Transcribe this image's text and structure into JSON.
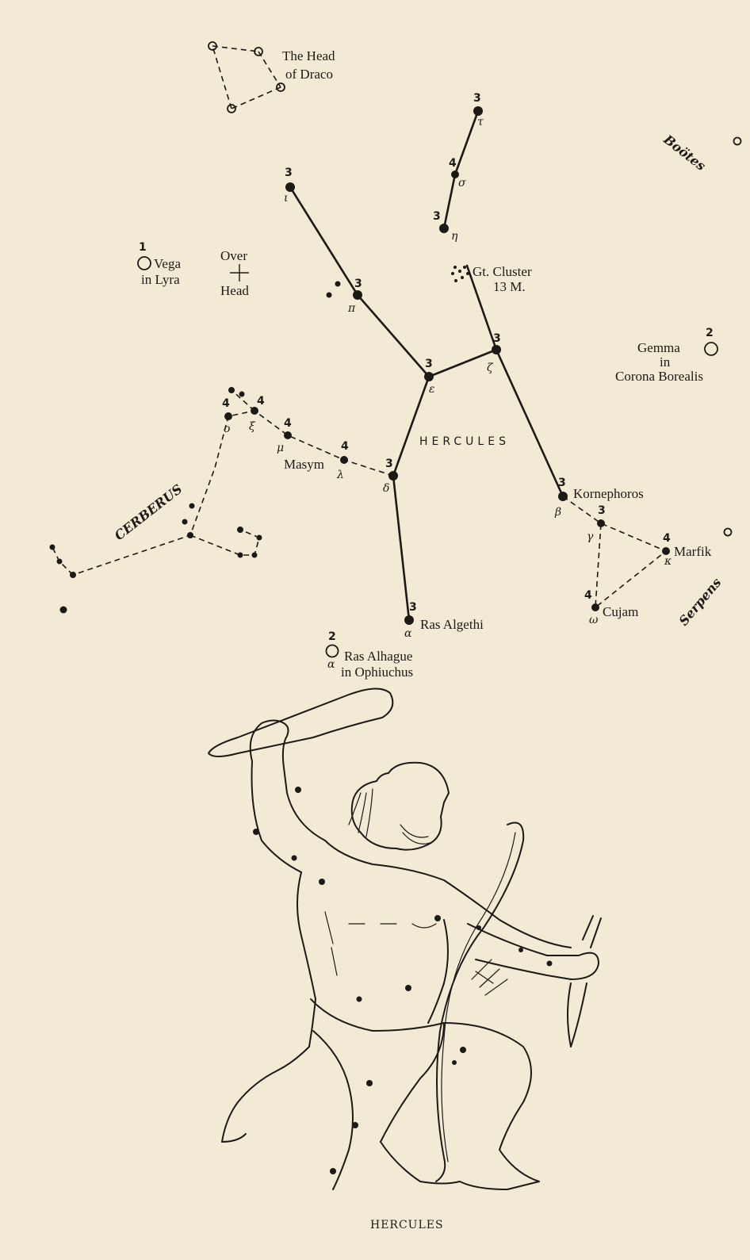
{
  "labels": {
    "draco": [
      "The Head",
      "of Draco"
    ],
    "bootes": "Boötes",
    "gt_cluster": [
      "Gt. Cluster",
      "13 M."
    ],
    "vega": [
      "Vega",
      "in Lyra"
    ],
    "vega_mag": "1",
    "over_head": [
      "Over",
      "Head"
    ],
    "gemma": [
      "Gemma",
      "in",
      "Corona Borealis"
    ],
    "gemma_mag": "2",
    "hercules_constellation": "HERCULES",
    "cerberus": "CERBERUS",
    "serpens": "Serpens",
    "masym": "Masym",
    "kornephoros": "Kornephoros",
    "marfik": "Marfik",
    "cujam": "Cujam",
    "ras_algethi": "Ras Algethi",
    "ras_alhague": [
      "Ras Alhague",
      "in Ophiuchus"
    ],
    "ras_alhague_mag": "2",
    "caption": "HERCULES"
  },
  "stars": {
    "tau": {
      "greek": "τ",
      "mag": "3"
    },
    "sigma": {
      "greek": "σ",
      "mag": "4"
    },
    "eta": {
      "greek": "η",
      "mag": "3"
    },
    "iota": {
      "greek": "ι",
      "mag": "3"
    },
    "pi": {
      "greek": "π",
      "mag": "3"
    },
    "zeta": {
      "greek": "ζ",
      "mag": "3"
    },
    "epsilon": {
      "greek": "ε",
      "mag": "3"
    },
    "delta": {
      "greek": "δ",
      "mag": "3"
    },
    "lambda": {
      "greek": "λ",
      "mag": "4"
    },
    "mu": {
      "greek": "μ",
      "mag": "4"
    },
    "xi": {
      "greek": "ξ",
      "mag": "4"
    },
    "omicron": {
      "greek": "o",
      "mag": "4"
    },
    "alpha": {
      "greek": "α",
      "mag": "3"
    },
    "beta": {
      "greek": "β",
      "mag": "3"
    },
    "gamma": {
      "greek": "γ",
      "mag": "3"
    },
    "kappa": {
      "greek": "κ",
      "mag": "4"
    },
    "omega": {
      "greek": "ω",
      "mag": "4"
    },
    "alpha_oph": {
      "greek": "α"
    }
  },
  "colors": {
    "paper": "#f3ead6",
    "ink": "#1c1a17"
  }
}
